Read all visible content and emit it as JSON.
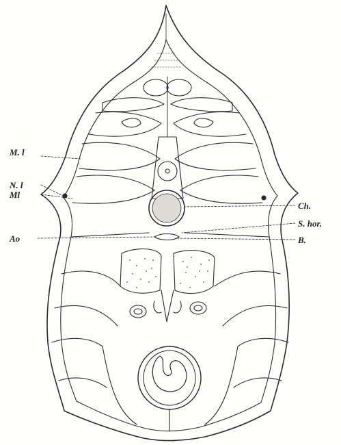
{
  "figure": {
    "labels": {
      "ml_upper": "M. l",
      "nl": "N. l",
      "ml_lower": "Ml",
      "ao": "Ao",
      "ch": "Ch.",
      "s_hor": "S. hor.",
      "b": "B."
    },
    "colors": {
      "ink": "#2a2a2a",
      "paper": "#fdfdfb",
      "stipple": "#555555"
    }
  }
}
